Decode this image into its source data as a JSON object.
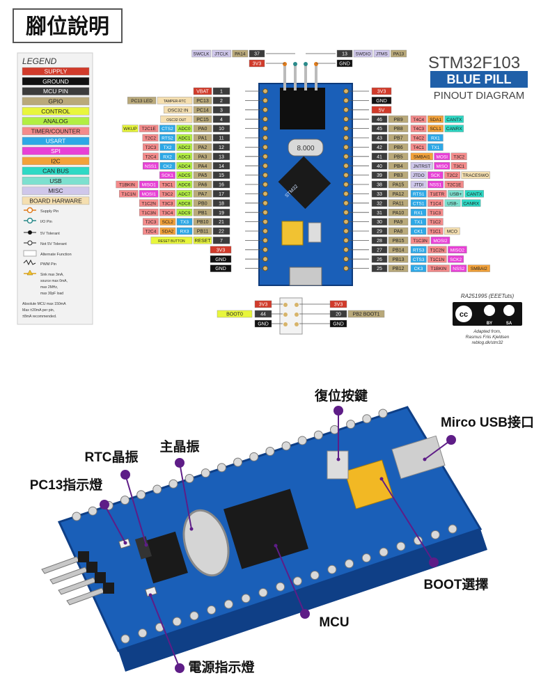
{
  "title": "腳位說明",
  "header": {
    "model": "STM32F103",
    "name": "BLUE PILL",
    "subtitle": "PINOUT DIAGRAM",
    "credit": "RA251995 (EEETuts)",
    "cc_badge": "cc",
    "cc_by": "BY",
    "cc_sa": "SA",
    "adapted": [
      "Adapted from,",
      "Rasmus Friis Kjeldsen",
      "reblog.dk/stm32"
    ]
  },
  "legend": {
    "heading": "LEGEND",
    "categories": [
      {
        "label": "SUPPLY",
        "color": "#d13b2b",
        "text": "#ffffff"
      },
      {
        "label": "GROUND",
        "color": "#111111",
        "text": "#ffffff"
      },
      {
        "label": "MCU PIN",
        "color": "#3c3c3c",
        "text": "#ffffff"
      },
      {
        "label": "GPIO",
        "color": "#b9a97a",
        "text": "#222222"
      },
      {
        "label": "CONTROL",
        "color": "#e8f63c",
        "text": "#222222"
      },
      {
        "label": "ANALOG",
        "color": "#b2ee43",
        "text": "#222222"
      },
      {
        "label": "TIMER/COUNTER",
        "color": "#f48b8b",
        "text": "#222222"
      },
      {
        "label": "USART",
        "color": "#2ea8e6",
        "text": "#ffffff"
      },
      {
        "label": "SPI",
        "color": "#e840d6",
        "text": "#ffffff"
      },
      {
        "label": "I2C",
        "color": "#f3a23a",
        "text": "#222222"
      },
      {
        "label": "CAN BUS",
        "color": "#2ed9c5",
        "text": "#222222"
      },
      {
        "label": "USB",
        "color": "#7de0cf",
        "text": "#222222"
      },
      {
        "label": "MISC",
        "color": "#cfc7ea",
        "text": "#222222"
      },
      {
        "label": "BOARD HARWARE",
        "color": "#f5dfb0",
        "text": "#222222"
      }
    ],
    "symbols": [
      "Supply Pin",
      "I/O Pin",
      "5V Tolerant",
      "Not 5V Tolerant",
      "Alternate Function",
      "PWM Pin",
      "Sink max 3mA,",
      "source max 0mA,",
      "max 2MHz,",
      "max 30pF load"
    ],
    "footnote": [
      "Absolute MCU max 150mA",
      "Max ±20mA per pin,",
      "±8mA recommended."
    ]
  },
  "top_header": {
    "left": [
      {
        "num": "37",
        "labels": [
          "PA14",
          "JTCLK",
          "SWCLK"
        ]
      },
      {
        "num": "3V3",
        "labels": []
      }
    ],
    "right": [
      {
        "num": "13",
        "labels": [
          "SWDIO",
          "JTMS",
          "PA13"
        ]
      },
      {
        "num": "GND",
        "labels": []
      }
    ]
  },
  "left_pins": [
    {
      "num": "1",
      "pin": "VBAT",
      "alt": []
    },
    {
      "num": "2",
      "pin": "PC13",
      "alt": [
        "TAMPER-RTC",
        "PC13 LED"
      ]
    },
    {
      "num": "3",
      "pin": "PC14",
      "alt": [
        "OSC32 IN"
      ]
    },
    {
      "num": "4",
      "pin": "PC15",
      "alt": [
        "OSC32 OUT"
      ]
    },
    {
      "num": "10",
      "pin": "PA0",
      "alt": [
        "ADC0",
        "CTS2",
        "T2C1E",
        "WKUP"
      ]
    },
    {
      "num": "11",
      "pin": "PA1",
      "alt": [
        "ADC1",
        "RTS2",
        "T2C2"
      ]
    },
    {
      "num": "12",
      "pin": "PA2",
      "alt": [
        "ADC2",
        "TX2",
        "T2C3"
      ]
    },
    {
      "num": "13",
      "pin": "PA3",
      "alt": [
        "ADC3",
        "RX2",
        "T2C4"
      ]
    },
    {
      "num": "14",
      "pin": "PA4",
      "alt": [
        "ADC4",
        "CK2",
        "NSS1"
      ]
    },
    {
      "num": "15",
      "pin": "PA5",
      "alt": [
        "ADC5",
        "SCK1"
      ]
    },
    {
      "num": "16",
      "pin": "PA6",
      "alt": [
        "ADC6",
        "T3C1",
        "MISO1",
        "T1BKIN"
      ]
    },
    {
      "num": "17",
      "pin": "PA7",
      "alt": [
        "ADC7",
        "T3C2",
        "MOSI1",
        "T1C1N"
      ]
    },
    {
      "num": "18",
      "pin": "PB0",
      "alt": [
        "ADC8",
        "T3C3",
        "T1C2N"
      ]
    },
    {
      "num": "19",
      "pin": "PB1",
      "alt": [
        "ADC9",
        "T3C4",
        "T1C3N"
      ]
    },
    {
      "num": "21",
      "pin": "PB10",
      "alt": [
        "TX3",
        "SCL2",
        "T2C3"
      ]
    },
    {
      "num": "22",
      "pin": "PB11",
      "alt": [
        "RX3",
        "SDA2",
        "T2C4"
      ]
    },
    {
      "num": "7",
      "pin": "RESET",
      "alt": [
        "RESET BUTTON"
      ]
    },
    {
      "num": "",
      "pin": "3V3",
      "alt": []
    },
    {
      "num": "",
      "pin": "GND",
      "alt": []
    },
    {
      "num": "",
      "pin": "GND",
      "alt": []
    }
  ],
  "right_pins": [
    {
      "num": "",
      "pin": "3V3",
      "alt": []
    },
    {
      "num": "",
      "pin": "GND",
      "alt": []
    },
    {
      "num": "",
      "pin": "5V",
      "alt": []
    },
    {
      "num": "46",
      "pin": "PB9",
      "alt": [
        "T4C4",
        "SDA1",
        "CANTX"
      ]
    },
    {
      "num": "45",
      "pin": "PB8",
      "alt": [
        "T4C3",
        "SCL1",
        "CANRX"
      ]
    },
    {
      "num": "43",
      "pin": "PB7",
      "alt": [
        "T4C2",
        "RX1"
      ]
    },
    {
      "num": "42",
      "pin": "PB6",
      "alt": [
        "T4C1",
        "TX1"
      ]
    },
    {
      "num": "41",
      "pin": "PB5",
      "alt": [
        "SMBAI1",
        "MOSI",
        "T3C2"
      ]
    },
    {
      "num": "40",
      "pin": "PB4",
      "alt": [
        "JNTRST",
        "MISO",
        "T3C1"
      ]
    },
    {
      "num": "39",
      "pin": "PB3",
      "alt": [
        "JTDO",
        "SCK",
        "T2C2",
        "TRACESWO"
      ]
    },
    {
      "num": "38",
      "pin": "PA15",
      "alt": [
        "JTDI",
        "NSS1",
        "T2C1E"
      ]
    },
    {
      "num": "33",
      "pin": "PA12",
      "alt": [
        "RTS1",
        "T1ETR",
        "USB+",
        "CANTX"
      ]
    },
    {
      "num": "32",
      "pin": "PA11",
      "alt": [
        "CTS1",
        "T1C4",
        "USB-",
        "CANRX"
      ]
    },
    {
      "num": "31",
      "pin": "PA10",
      "alt": [
        "RX1",
        "T1C3"
      ]
    },
    {
      "num": "30",
      "pin": "PA9",
      "alt": [
        "TX1",
        "T1C2"
      ]
    },
    {
      "num": "29",
      "pin": "PA8",
      "alt": [
        "CK1",
        "T1C1",
        "MCO"
      ]
    },
    {
      "num": "28",
      "pin": "PB15",
      "alt": [
        "T1C3N",
        "MOSI2"
      ]
    },
    {
      "num": "27",
      "pin": "PB14",
      "alt": [
        "RTS3",
        "T1C2N",
        "MISO2"
      ]
    },
    {
      "num": "26",
      "pin": "PB13",
      "alt": [
        "CTS3",
        "T1C1N",
        "SCK2"
      ]
    },
    {
      "num": "25",
      "pin": "PB12",
      "alt": [
        "CK3",
        "T1BKIN",
        "NSS2",
        "SMBAI2"
      ]
    }
  ],
  "boot_header": {
    "left": [
      {
        "num": "3V3",
        "label": ""
      },
      {
        "num": "44",
        "label": "BOOT0"
      },
      {
        "num": "GND",
        "label": ""
      }
    ],
    "right": [
      {
        "num": "3V3",
        "label": ""
      },
      {
        "num": "20",
        "label": "PB2 BOOT1"
      },
      {
        "num": "GND",
        "label": ""
      }
    ]
  },
  "board_labels": {
    "crystal": "8.000",
    "chip": "STM32"
  },
  "photo_labels": {
    "reset": "復位按鍵",
    "usb": "Mirco USB接口",
    "main_osc": "主晶振",
    "rtc_osc": "RTC晶振",
    "pc13_led": "PC13指示燈",
    "boot": "BOOT選擇",
    "mcu": "MCU",
    "power_led": "電源指示燈"
  },
  "colors": {
    "pcb": "#1a5fb8",
    "pcb_dark": "#0f3f86",
    "pin_num": "#3c3c3c",
    "gold": "#d7b46a",
    "accent_label": "#5e1d87"
  }
}
